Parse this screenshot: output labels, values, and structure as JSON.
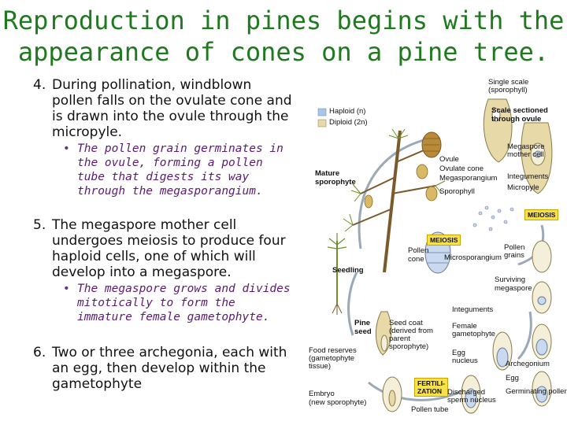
{
  "title": {
    "line1": "Reproduction in pines begins with the",
    "line2": "appearance of cones on a pine tree."
  },
  "items": [
    {
      "number": "4.",
      "text": "During pollination, windblown pollen falls on the ovulate cone and is drawn into the ovule through the micropyle.",
      "sub": "The pollen grain germinates in the ovule, forming a pollen tube that digests its way through the megasporangium."
    },
    {
      "number": "5.",
      "text": "The megaspore mother cell undergoes meiosis to produce four haploid cells, one of which will develop into a megaspore.",
      "sub": "The megaspore grows and divides mitotically to form the immature female gametophyte."
    },
    {
      "number": "6.",
      "text": "Two or three archegonia, each with an egg, then develop within the gametophyte",
      "sub": ""
    }
  ],
  "diagram": {
    "legend": {
      "haploid": "Haploid (n)",
      "diploid": "Diploid (2n)",
      "haploid_color": "#a9c7e8",
      "diploid_color": "#e8d9a8"
    },
    "labels": {
      "single_scale_1": "Single scale",
      "single_scale_2": "(sporophyll)",
      "scale_sectioned_1": "Scale sectioned",
      "scale_sectioned_2": "through ovule",
      "mature_1": "Mature",
      "mature_2": "sporophyte",
      "ovule": "Ovule",
      "ovulate_cone": "Ovulate cone",
      "megasporangium": "Megasporangium",
      "sporophyll": "Sporophyll",
      "mmc_1": "Megaspore",
      "mmc_2": "mother cell",
      "integuments_top": "Integuments",
      "micropyle": "Micropyle",
      "meiosis_right": "MEIOSIS",
      "meiosis_left": "MEIOSIS",
      "pollen_cone_1": "Pollen",
      "pollen_cone_2": "cone",
      "microsporangium": "Microsporangium",
      "pollen_grains_1": "Pollen",
      "pollen_grains_2": "grains",
      "seedling": "Seedling",
      "surviving_1": "Surviving",
      "surviving_2": "megaspore",
      "pine_seed_1": "Pine",
      "pine_seed_2": "seed",
      "integuments_mid": "Integuments",
      "seed_coat_1": "Seed coat",
      "seed_coat_2": "(derived from",
      "seed_coat_3": "parent",
      "seed_coat_4": "sporophyte)",
      "female_gam_1": "Female",
      "female_gam_2": "gametophyte",
      "food_1": "Food reserves",
      "food_2": "(gametophyte",
      "food_3": "tissue)",
      "egg_nucleus_1": "Egg",
      "egg_nucleus_2": "nucleus",
      "archegonium": "Archegonium",
      "egg": "Egg",
      "fert_1": "FERTILI-",
      "fert_2": "ZATION",
      "embryo_1": "Embryo",
      "embryo_2": "(new sporophyte)",
      "discharged_1": "Discharged",
      "discharged_2": "sperm nucleus",
      "germinating_pollen": "Germinating pollen",
      "pollen_tube": "Pollen tube"
    }
  }
}
